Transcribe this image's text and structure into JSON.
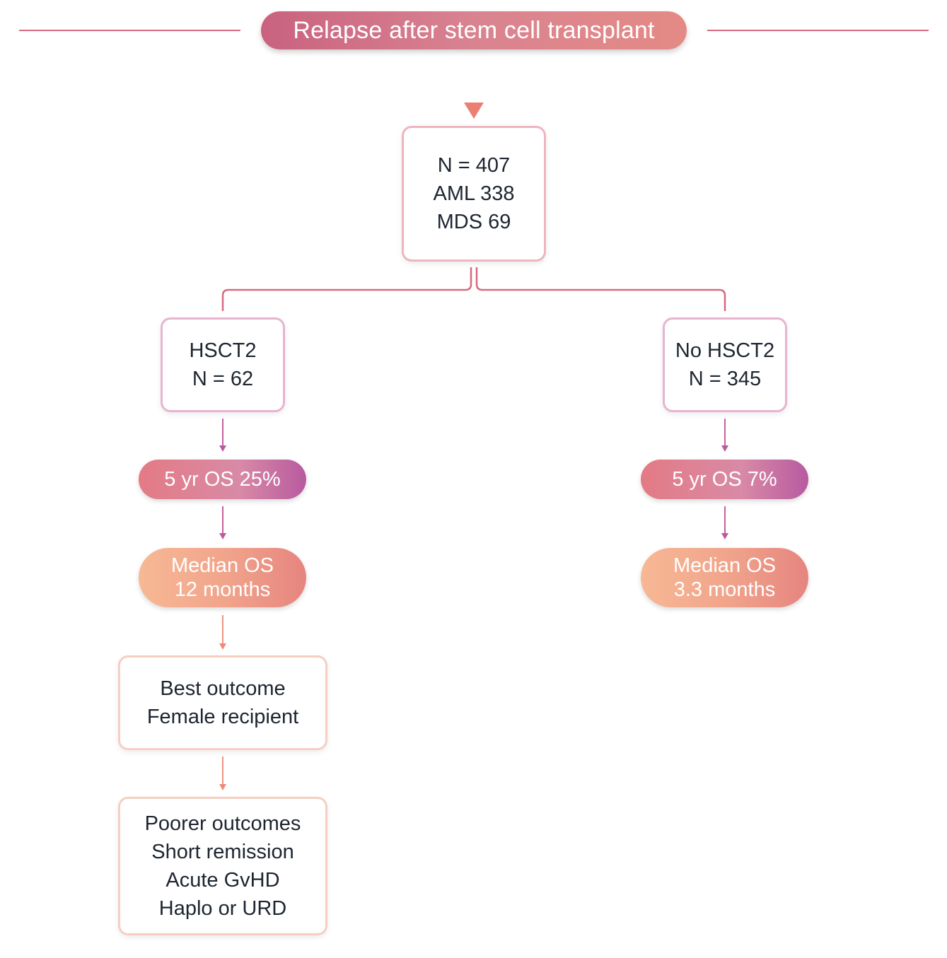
{
  "title": "Relapse after stem cell transplant",
  "colors": {
    "title_gradient": [
      "#c9627f",
      "#e48a85"
    ],
    "connector": "#d66a80",
    "os_pill_gradient": [
      "#e47a84",
      "#b85aa0"
    ],
    "median_pill_gradient": [
      "#f7b894",
      "#e6857f"
    ],
    "box_border": "#edb5c0"
  },
  "root": {
    "lines": [
      "N = 407",
      "AML 338",
      "MDS 69"
    ]
  },
  "branches": [
    {
      "id": "hsct2",
      "box_lines": [
        "HSCT2",
        "N = 62"
      ],
      "os_5yr": "5 yr OS 25%",
      "median_lines": [
        "Median OS",
        "12 months"
      ],
      "extra_boxes": [
        {
          "lines": [
            "Best outcome",
            "Female recipient"
          ]
        },
        {
          "lines": [
            "Poorer outcomes",
            "Short remission",
            "Acute GvHD",
            "Haplo or URD"
          ]
        }
      ]
    },
    {
      "id": "no-hsct2",
      "box_lines": [
        "No HSCT2",
        "N = 345"
      ],
      "os_5yr": "5 yr OS 7%",
      "median_lines": [
        "Median OS",
        "3.3 months"
      ]
    }
  ]
}
